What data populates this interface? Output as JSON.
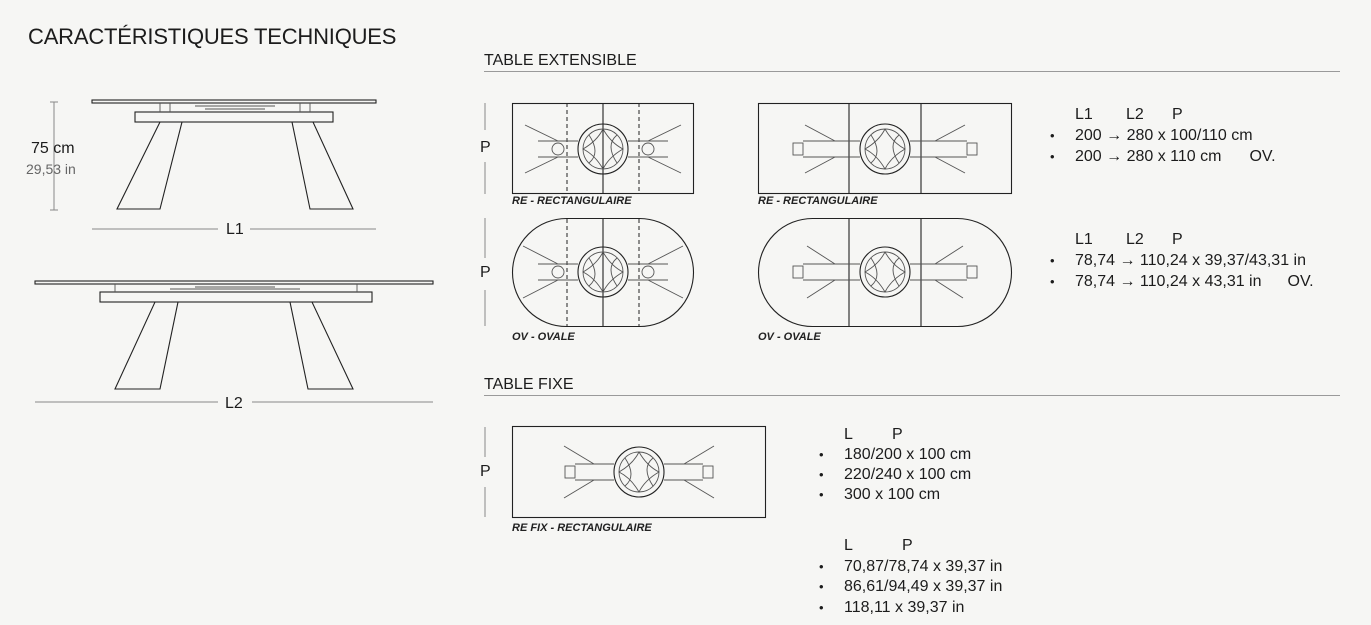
{
  "page": {
    "title": "CARACTÉRISTIQUES TECHNIQUES"
  },
  "side_views": {
    "height_cm": "75 cm",
    "height_in": "29,53 in",
    "label_closed": "L1",
    "label_open": "L2"
  },
  "extensible": {
    "title": "TABLE EXTENSIBLE",
    "depth_label": "P",
    "captions": [
      "RE - RECTANGULAIRE",
      "RE - RECTANGULAIRE",
      "OV - OVALE",
      "OV - OVALE"
    ],
    "cm_block": {
      "headers": [
        "L1",
        "L2",
        "P"
      ],
      "rows": [
        "200 → 280 x 100/110 cm",
        "200 → 280 x 110 cm"
      ],
      "row_suffixes": [
        "",
        "OV."
      ]
    },
    "in_block": {
      "headers": [
        "L1",
        "L2",
        "P"
      ],
      "rows": [
        "78,74 → 110,24 x 39,37/43,31 in",
        "78,74 → 110,24 x 43,31 in"
      ],
      "row_suffixes": [
        "",
        "OV."
      ]
    }
  },
  "fixed": {
    "title": "TABLE FIXE",
    "depth_label": "P",
    "caption": "RE FIX - RECTANGULAIRE",
    "cm_block": {
      "headers": [
        "L",
        "P"
      ],
      "rows": [
        "180/200 x 100 cm",
        "220/240 x 100 cm",
        "300 x 100 cm"
      ]
    },
    "in_block": {
      "headers": [
        "L",
        "P"
      ],
      "rows": [
        "70,87/78,74 x 39,37 in",
        "86,61/94,49 x 39,37 in",
        "118,11 x 39,37 in"
      ]
    }
  }
}
